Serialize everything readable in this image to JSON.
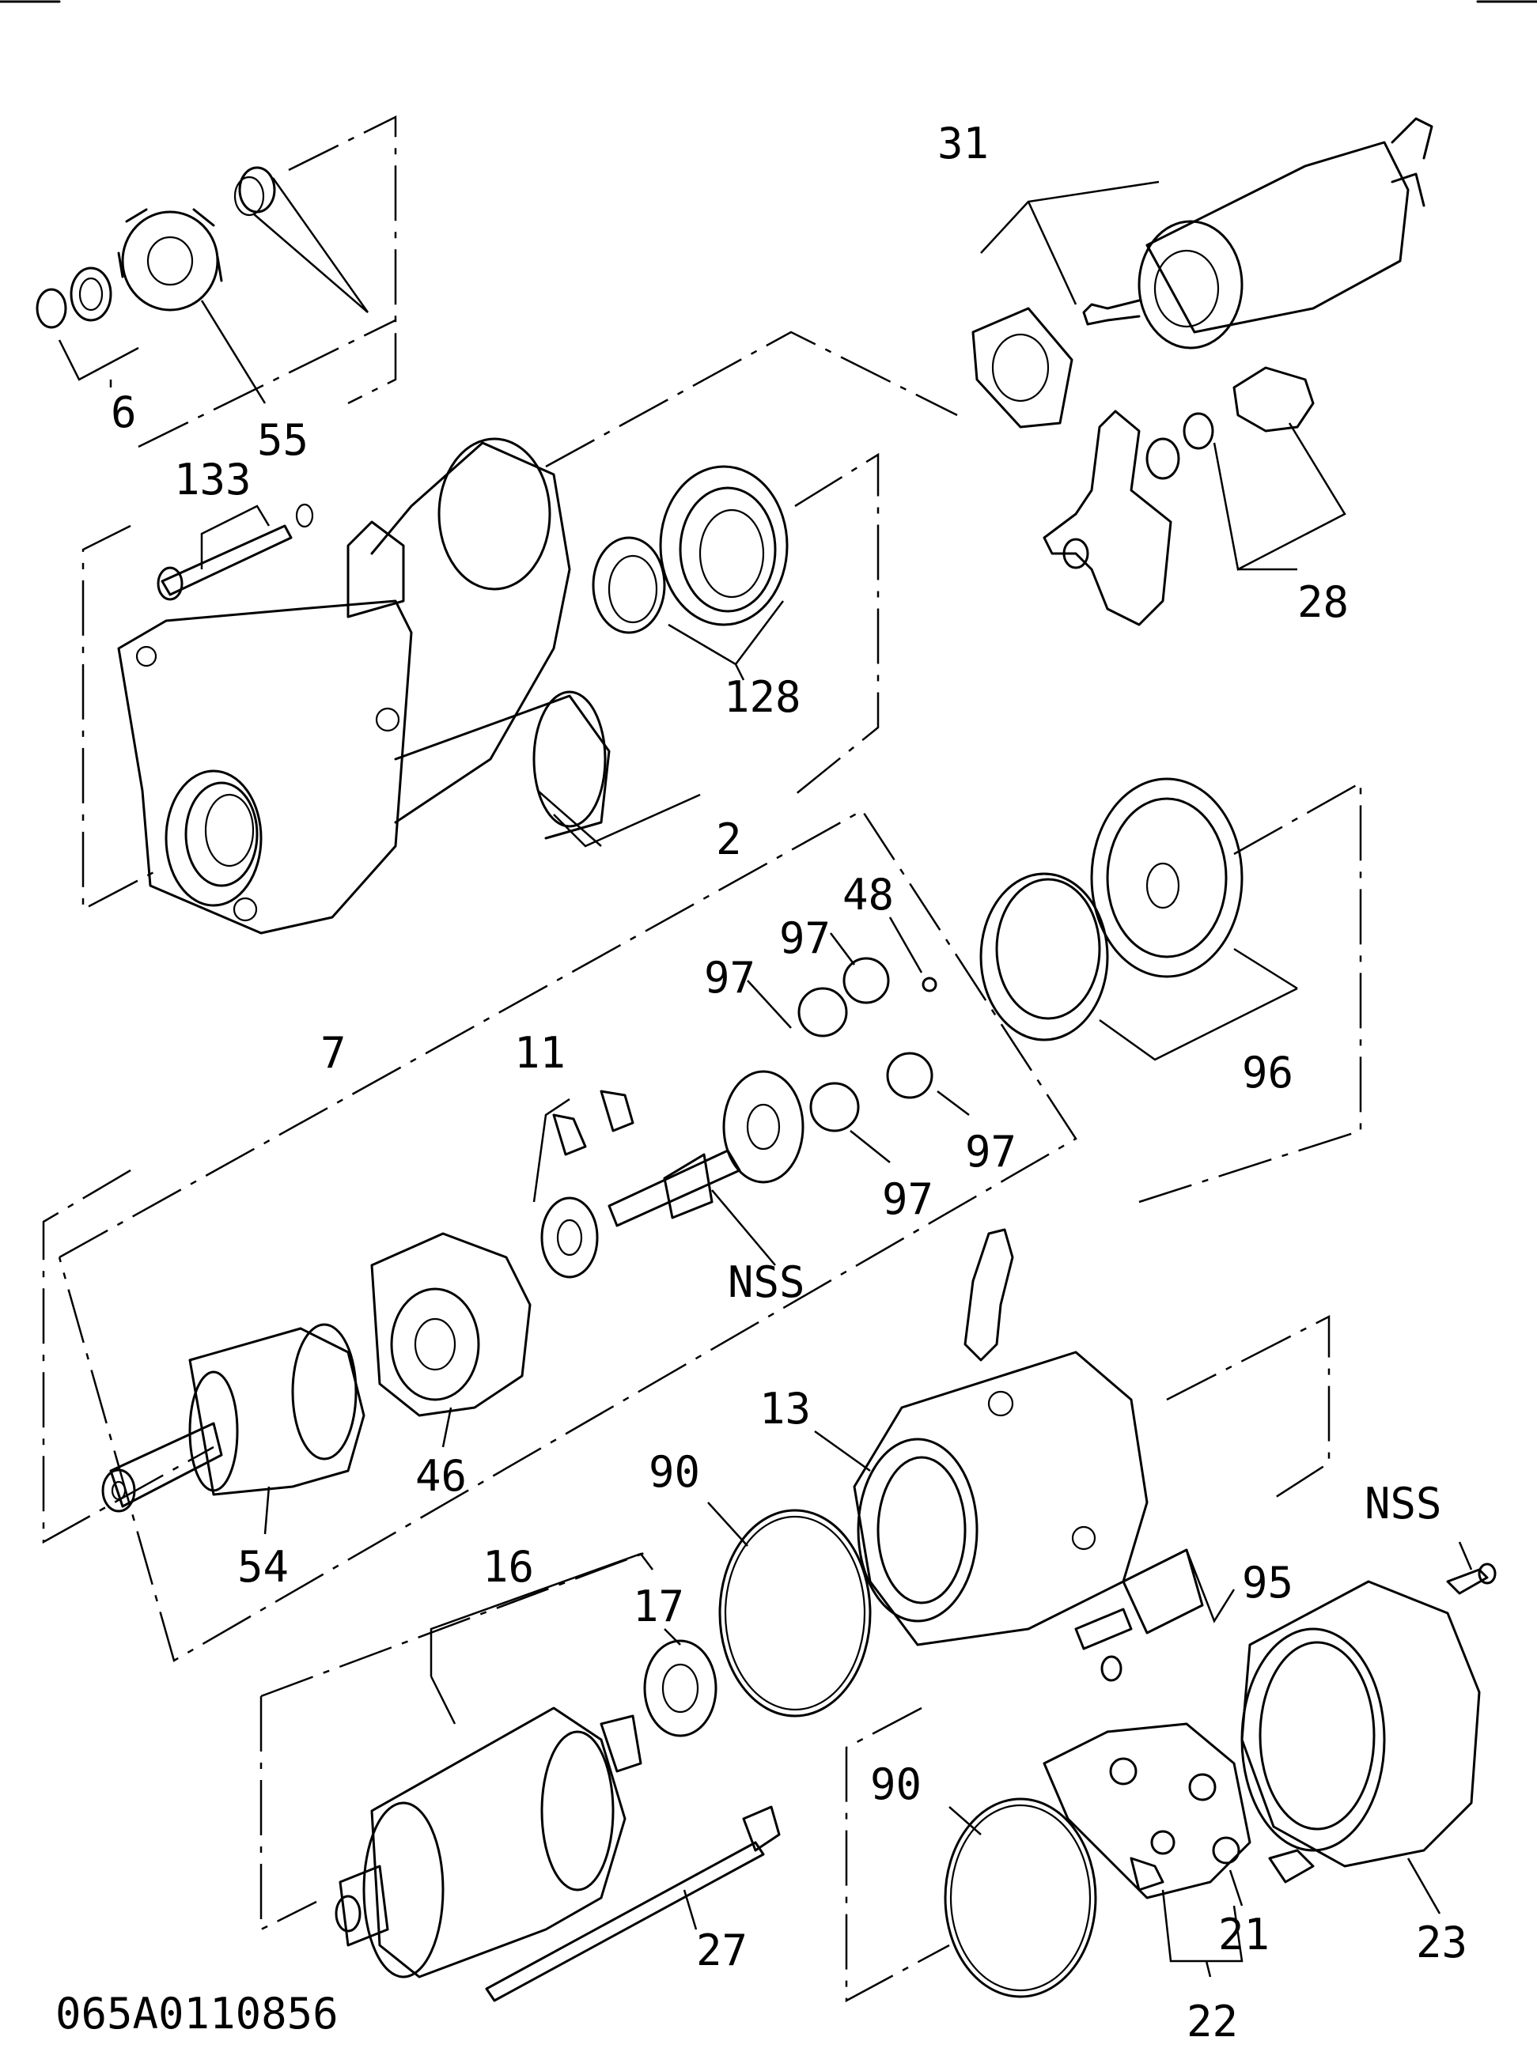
{
  "drawing_code": "065A0110856",
  "callouts": {
    "c31": "31",
    "c6": "6",
    "c55": "55",
    "c133": "133",
    "c28": "28",
    "c128": "128",
    "c2": "2",
    "c48": "48",
    "c97a": "97",
    "c97b": "97",
    "c97c": "97",
    "c97d": "97",
    "c96": "96",
    "c7": "7",
    "c11": "11",
    "cNSS1": "NSS",
    "c46": "46",
    "c54": "54",
    "c13": "13",
    "c90a": "90",
    "cNSS2": "NSS",
    "c95": "95",
    "c16": "16",
    "c17": "17",
    "c90b": "90",
    "c23": "23",
    "c27": "27",
    "c21": "21",
    "c22": "22"
  }
}
